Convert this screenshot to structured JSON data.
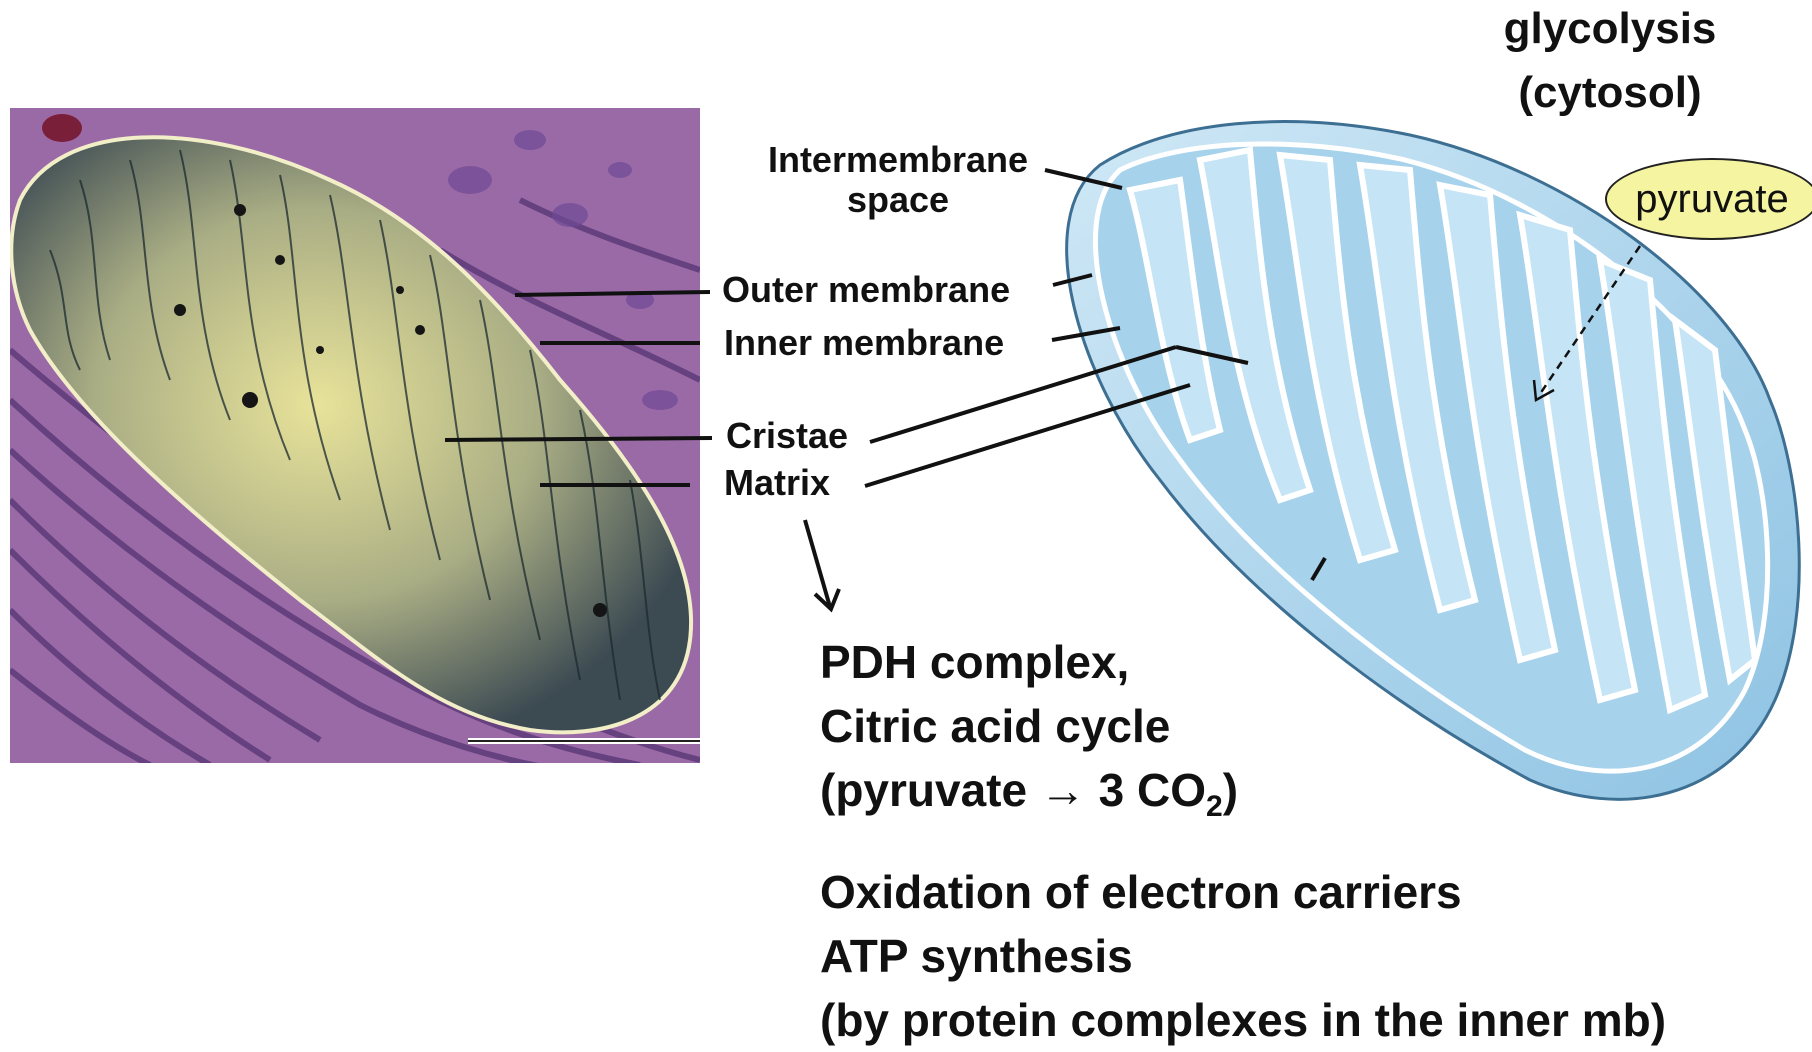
{
  "header": {
    "title": "glycolysis",
    "subtitle": "(cytosol)"
  },
  "labels": {
    "intermembrane_space": [
      "Intermembrane",
      "space"
    ],
    "outer_membrane": "Outer membrane",
    "inner_membrane": "Inner membrane",
    "cristae": "Cristae",
    "matrix": "Matrix",
    "pyruvate": "pyruvate"
  },
  "matrix_processes": {
    "line1": "PDH complex,",
    "line2": "Citric acid cycle",
    "line3_pre": "(pyruvate ",
    "line3_arrow": "→",
    "line3_mid": " 3 CO",
    "line3_sub": "2",
    "line3_post": ")"
  },
  "inner_membrane_processes": {
    "line1": "Oxidation of electron carriers",
    "line2": "ATP synthesis",
    "line3": "(by protein complexes in the inner mb)"
  },
  "colors": {
    "em_background": "#9a6aa6",
    "em_mitochondrion": "#c9c79a",
    "diagram_blue": "#a9d3ec",
    "diagram_outline": "#4a7fa6",
    "pyruvate_fill": "#f5f4a0"
  }
}
